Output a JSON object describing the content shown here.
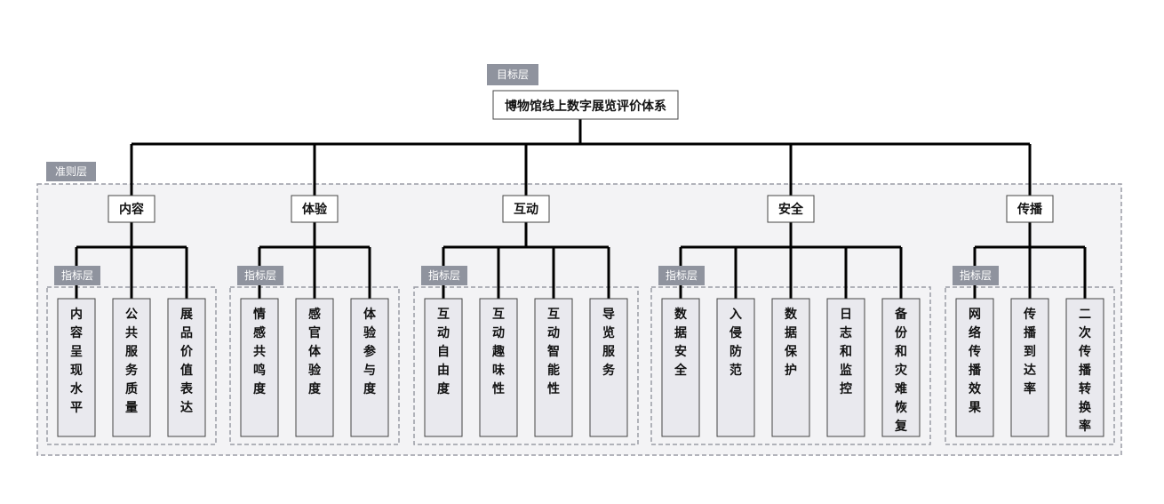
{
  "levels": {
    "goal": "目标层",
    "criteria": "准则层",
    "indicator": "指标层"
  },
  "root": "博物馆线上数字展览评价体系",
  "criteria": [
    {
      "label": "内容",
      "indicators": [
        "内容呈现水平",
        "公共服务质量",
        "展品价值表达"
      ]
    },
    {
      "label": "体验",
      "indicators": [
        "情感共鸣度",
        "感官体验度",
        "体验参与度"
      ]
    },
    {
      "label": "互动",
      "indicators": [
        "互动自由度",
        "互动趣味性",
        "互动智能性",
        "导览服务"
      ]
    },
    {
      "label": "安全",
      "indicators": [
        "数据安全",
        "入侵防范",
        "数据保护",
        "日志和监控",
        "备份和灾难恢复"
      ]
    },
    {
      "label": "传播",
      "indicators": [
        "网络传播效果",
        "传播到达率",
        "二次传播转换率"
      ]
    }
  ],
  "colors": {
    "tag": "#8f939e",
    "group_fill": "#f3f3f5",
    "group_border": "#9a9ca5",
    "indicator_fill": "#e9e9ee",
    "connector": "#000000"
  }
}
